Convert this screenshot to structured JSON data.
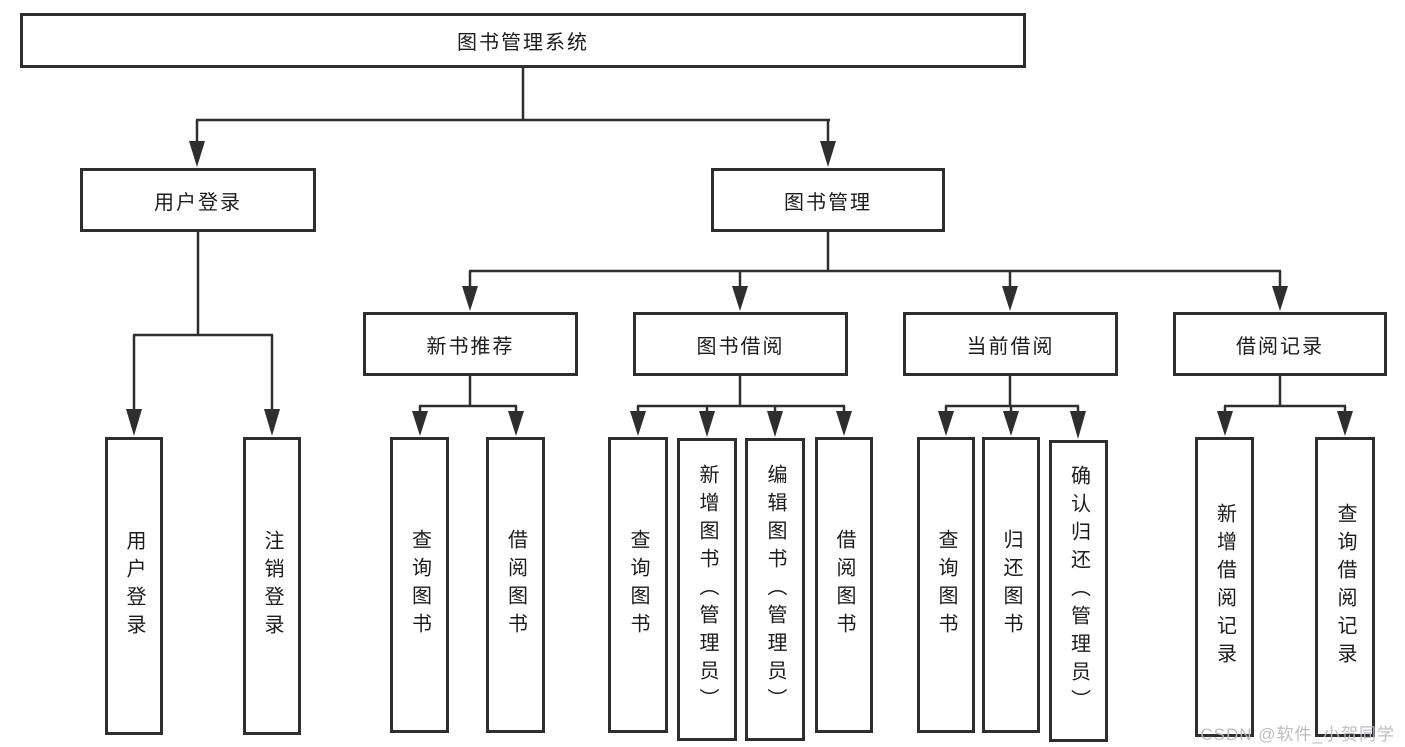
{
  "diagram": {
    "root": {
      "label": "图书管理系统"
    },
    "level2": [
      {
        "label": "用户登录",
        "children": [
          "用户登录",
          "注销登录"
        ]
      },
      {
        "label": "图书管理"
      }
    ],
    "level3": [
      {
        "label": "新书推荐",
        "children": [
          "查询图书",
          "借阅图书"
        ]
      },
      {
        "label": "图书借阅",
        "children": [
          "查询图书",
          "新增图书（管理员）",
          "编辑图书（管理员）",
          "借阅图书"
        ]
      },
      {
        "label": "当前借阅",
        "children": [
          "查询图书",
          "归还图书",
          "确认归还（管理员）"
        ]
      },
      {
        "label": "借阅记录",
        "children": [
          "新增借阅记录",
          "查询借阅记录"
        ]
      }
    ]
  },
  "watermark": {
    "text": "CSDN @软件_小贺同学"
  },
  "colors": {
    "line": "#2e2e2e",
    "box_border": "#2e2e2e",
    "box_fill": "#ffffff",
    "text": "#1c1c1c",
    "background": "#ffffff",
    "watermark": "#babac0"
  }
}
